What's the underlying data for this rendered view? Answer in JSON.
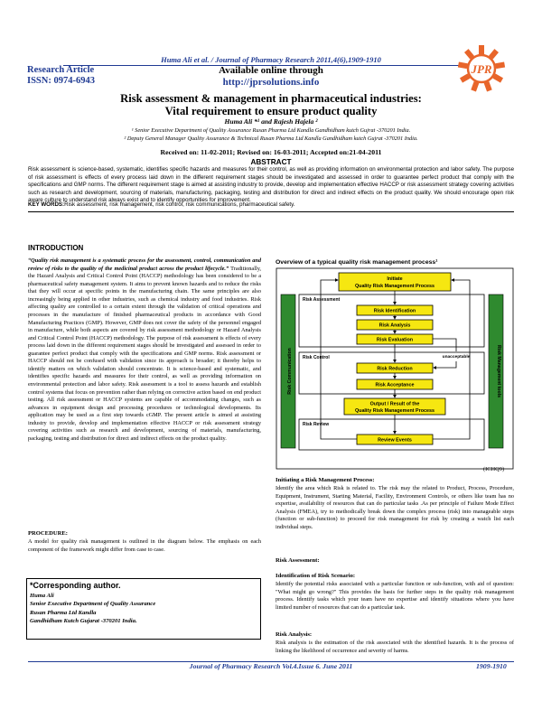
{
  "header": {
    "journal_line": "Huma Ali et al. / Journal of Pharmacy Research 2011,4(6),1909-1910",
    "article_type": "Research Article",
    "issn": "ISSN: 0974-6943",
    "available": "Available online through",
    "url": "http://jprsolutions.info",
    "logo_text": "JPR"
  },
  "title": {
    "line1": "Risk assessment & management in pharmaceutical industries:",
    "line2": "Vital requirement  to  ensure product quality"
  },
  "authors": "Huma Ali *¹  and Rajesh Hajela  ²",
  "affiliations": [
    "¹ Senior Executive Department of Quality Assurance Rusan Pharma Ltd Kandla Gandhidham kutch Gujrat -370201 India.",
    "² Deputy General Manager Quality Assurance & Technical Rusan  Pharma Ltd Kandla Gandhidham kutch Gujrat -370201  India."
  ],
  "dates": "Received on: 11-02-2011; Revised on: 16-03-2011; Accepted on:21-04-2011",
  "abstract": {
    "heading": "ABSTRACT",
    "text": "Risk assessment is science-based, systematic, identifies specific hazards and measures for their control, as well as providing information on environmental protection and labor safety. The purpose of risk assessment is effects of every process laid down in the different requirement stages should be investigated and assessed in order to guarantee perfect product that comply with the specifications and GMP norms. The different requirement stage is aimed at assisting industry to provide, develop and implementation effective HACCP or risk assessment strategy covering activities such as research and development, sourcing of materials, manufacturing, packaging, testing and distribution for direct and indirect effects on the product quality. We should encourage open risk aware culture to understand risk always exist and to identify opportunities for improvement."
  },
  "keywords": {
    "label": "KEY WORDS:",
    "text": "Risk assessment, risk management, risk control, risk communications, pharmaceutical safety."
  },
  "introduction": {
    "heading": "INTRODUCTION",
    "quote": "“Quality risk management is a systematic process for the assessment, control, communication and review of risks to the quality of the medicinal product across the product lifecycle.”",
    "body": " Traditionally, the Hazard Analysis and Critical Control Point (HACCP) methodology has been considered to be a pharmaceutical safety management system. It aims to prevent known hazards and to reduce the risks that they will occur at specific points in the manufacturing chain. The same principles are also increasingly being applied in other industries, such as chemical industry and food industries. Risk affecting quality are controlled to a certain extent through the validation of critical operations and processes in the manufacture of finished pharmaceutical products in accordance with Good Manufacturing Practices (GMP). However, GMP does not cover the safety of the personnel engaged in manufacture, while both aspects are covered by risk assessment methodology or Hazard Analysis and Critical Control Point (HACCP) methodology. The purpose of risk assessment is effects of every process laid down in the different requirement stages should be investigated and assessed in order to guarantee perfect product that comply with the specifications and GMP norms. Risk assessment or HACCP should not be confused with validation since its approach is broader; it thereby helps to identify matters on which validation should concentrate. It is science-based and systematic, and identifies specific hazards and measures for their control, as well as providing information on environmental protection and labor safety. Risk assessment is a tool to assess hazards and establish control systems that focus on prevention rather than relying on corrective action based on end product testing. All risk assessment or HACCP systems are capable of accommodating changes, such as advances in equipment design and processing procedures or technological developments. Its application may be used as a first step towards cGMP. The present article is aimed at assisting industry to provide, develop and implementation effective HACCP or risk assessment strategy covering activities such as research and development, sourcing of materials, manufacturing, packaging, testing and distribution for direct and indirect effects on the product quality."
  },
  "procedure": {
    "heading": "PROCEDURE:",
    "text": "A model for quality risk management is outlined in the diagram below. The emphasis on each component of the framework might differ from case to case."
  },
  "corresponding": {
    "title": "*Corresponding author.",
    "lines": [
      "Huma Ali",
      "Senior Executive Department of Quality Assurance",
      "Rusan Pharma Ltd Kandla",
      "Gandhidham Kutch Gujarat -370201 India."
    ]
  },
  "figure": {
    "title": "Overview of a typical quality risk management process¹",
    "caption": "(ICHQ9)",
    "initiate_line1": "Initiate",
    "initiate_line2": "Quality Risk Management Process",
    "section_assessment": "Risk Assessment",
    "identification": "Risk Identification",
    "analysis": "Risk Analysis",
    "evaluation": "Risk Evaluation",
    "unacceptable": "unacceptable",
    "section_control": "Risk Control",
    "reduction": "Risk Reduction",
    "acceptance": "Risk Acceptance",
    "output_line1": "Output / Result of the",
    "output_line2": "Quality Risk Management Process",
    "section_review": "Risk Review",
    "review_events": "Review Events",
    "left_label": "Risk Communication",
    "right_label": "Risk Management tools",
    "colors": {
      "box": "#f6e711",
      "green": "#2f8a2f"
    }
  },
  "initiating": {
    "heading": "Initiating a Risk Management Process:",
    "text": "Identify the area which Risk is related to. The risk may the related to Product, Process, Procedure, Equipment, Instrument, Starting Material, Facility, Environment Controls, or others like team has no expertise, availability of resources that can do particular tasks .As per principle of Failure Mode Effect Analysis (FMEA), try to methodically break down the complex process (risk) into manageable steps (function or sub-function) to proceed for risk management for risk by creating a watch list each individual steps."
  },
  "risk_assessment": {
    "heading": "Risk Assessment:"
  },
  "identification": {
    "heading": "Identification of Risk Scenario:",
    "text": "Identify the potential risks associated with a particular function or sub-function, with aid of question: \"What might go wrong?\" This provides the basis for further steps in the quality risk management process. Identify tasks which your team have no expertise and identify situations where you have limited number of resources that can do a particular task."
  },
  "risk_analysis": {
    "heading": "Risk Analysis:",
    "text": "Risk analysis is the estimation of the risk associated with the identified hazards. It is the process of linking the likelihood of occurrence and severity of harms."
  },
  "footer": {
    "journal": "Journal of Pharmacy Research Vol.4.Issue 6. June 2011",
    "pages": "1909-1910"
  }
}
